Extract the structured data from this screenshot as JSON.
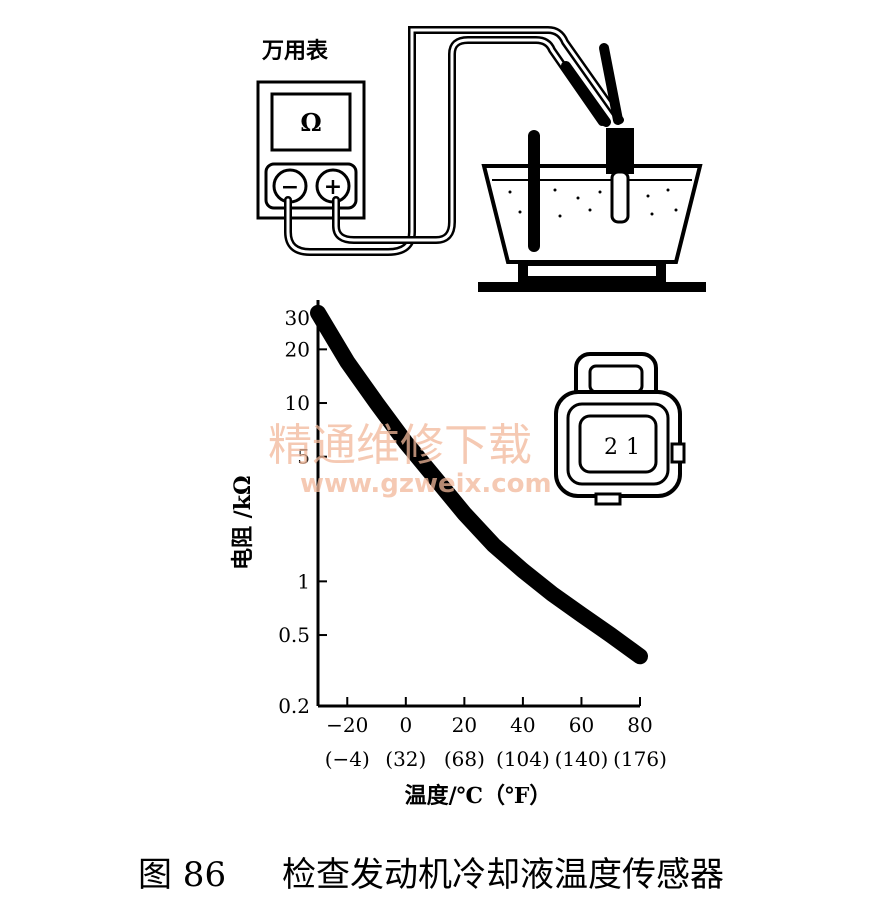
{
  "meter": {
    "title": "万用表",
    "display": "Ω",
    "minus": "−",
    "plus": "+"
  },
  "watermark": {
    "cn": "精通维修下载",
    "url": "www.gzweix.com"
  },
  "connector": {
    "label": "2",
    "label2": "1"
  },
  "chart_data": {
    "type": "line",
    "ylabel": "电阻 /kΩ",
    "xlabel": "温度/℃（℉）",
    "y_scale": "log",
    "xlim": [
      -30,
      80
    ],
    "ylim": [
      0.2,
      35
    ],
    "x_ticks": [
      -20,
      0,
      20,
      40,
      60,
      80
    ],
    "x_tick_labels": [
      "−20",
      "0",
      "20",
      "40",
      "60",
      "80"
    ],
    "x_sub_labels": [
      "(−4)",
      "(32)",
      "(68)",
      "(104)",
      "(140)",
      "(176)"
    ],
    "y_ticks": [
      30,
      20,
      10,
      5,
      1,
      0.5,
      0.2
    ],
    "y_tick_labels": [
      "30",
      "20",
      "10",
      "5",
      "1",
      "0.5",
      "0.2"
    ],
    "series": [
      {
        "x": [
          -30,
          -20,
          -10,
          0,
          10,
          20,
          30,
          40,
          50,
          60,
          70,
          80
        ],
        "y": [
          32,
          17,
          10,
          6,
          3.8,
          2.4,
          1.6,
          1.15,
          0.85,
          0.65,
          0.5,
          0.38
        ]
      }
    ]
  },
  "caption": {
    "figure": "图 86",
    "text": "检查发动机冷却液温度传感器"
  }
}
